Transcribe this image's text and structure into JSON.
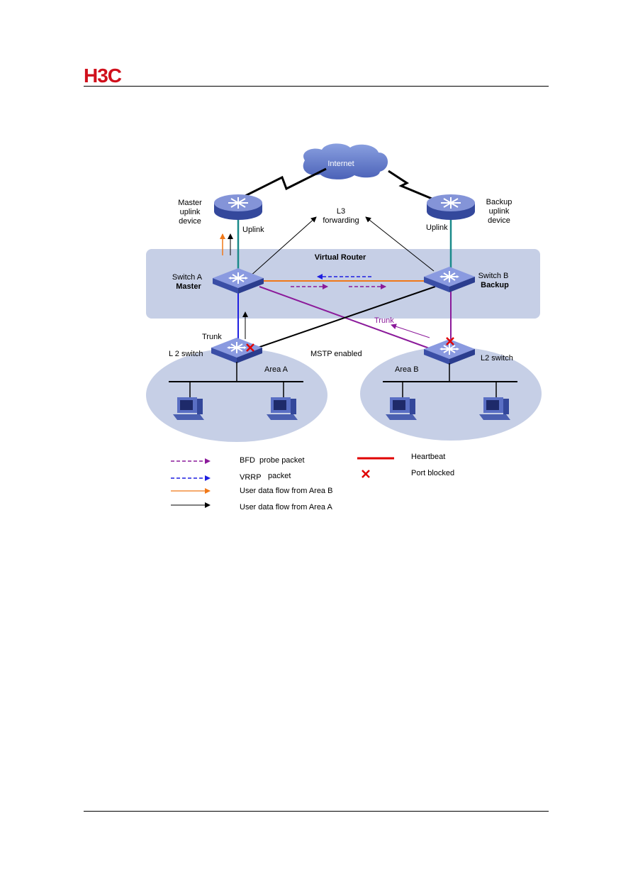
{
  "header": {
    "logo_text": "H3C"
  },
  "diagram": {
    "internet": "Internet",
    "master_uplink_line1": "Master",
    "master_uplink_line2": "uplink",
    "master_uplink_line3": "device",
    "backup_uplink_line1": "Backup",
    "backup_uplink_line2": "uplink",
    "backup_uplink_line3": "device",
    "uplink_left": "Uplink",
    "uplink_right": "Uplink",
    "l3_line1": "L3",
    "l3_line2": "forwarding",
    "virtual_router": "Virtual Router",
    "switch_a_name": "Switch A",
    "switch_a_role": "Master",
    "switch_b_name": "Switch B",
    "switch_b_role": "Backup",
    "trunk_left": "Trunk",
    "trunk_right": "Trunk",
    "l2_switch_left": "L 2  switch",
    "l2_switch_right": "L2  switch",
    "mstp": "MSTP enabled",
    "area_a": "Area  A",
    "area_b": "Area B"
  },
  "legend": {
    "bfd_word": "BFD",
    "bfd_rest": "probe packet",
    "vrrp_word": "VRRP",
    "vrrp_rest": "packet",
    "flow_b": "User data flow from Area B",
    "flow_a": "User data flow from Area A",
    "heartbeat": "Heartbeat",
    "port_blocked": "Port blocked"
  },
  "colors": {
    "bfd": "#8b1a9a",
    "vrrp": "#1f1fe0",
    "flow_b": "#f07818",
    "flow_a": "#000000",
    "heartbeat": "#e00000",
    "port_blocked": "#e00000",
    "teal": "#1a8a8a",
    "band": "#c6cfe6"
  }
}
